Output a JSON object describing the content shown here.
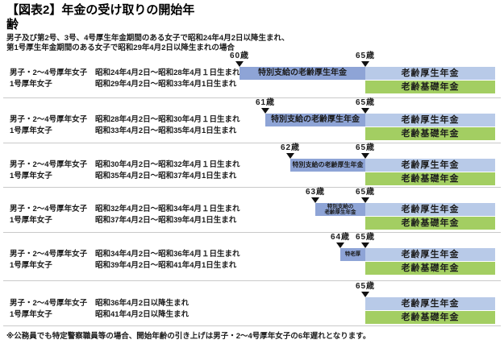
{
  "title_lines": [
    "【図表2】年金の受け取りの開始年",
    "齢"
  ],
  "subtitle_lines": [
    "男子及び第2号、3号、4号厚生年金期間のある女子で昭和24年4月2日以降生まれ、",
    "第1号厚生年金期間のある女子で昭和29年4月2日以降生まれの場合"
  ],
  "colors": {
    "special_bar": "#8EA4D6",
    "kosei_bar": "#B8CAE8",
    "kiso_bar": "#A3CE62"
  },
  "bar_labels": {
    "kosei": "老齢厚生年金",
    "kiso": "老齢基礎年金"
  },
  "rows": [
    {
      "group1_label": "男子・2～4号厚年女子",
      "group1_dates": "昭和24年4月2日～昭和28年4月１日生まれ",
      "group2_label": "1号厚年女子",
      "group2_dates": "昭和29年4月2日～昭和33年4月1日生まれ",
      "start_age": "60歳",
      "pension_age": "65歳",
      "special_label": "特別支給の老齢厚生年金"
    },
    {
      "group1_label": "男子・2～4号厚年女子",
      "group1_dates": "昭和28年4月2日～昭和30年4月１日生まれ",
      "group2_label": "1号厚年女子",
      "group2_dates": "昭和33年4月2日～昭和35年4月1日生まれ",
      "start_age": "61歳",
      "pension_age": "65歳",
      "special_label": "特別支給の老齢厚生年金"
    },
    {
      "group1_label": "男子・2～4号厚年女子",
      "group1_dates": "昭和30年4月2日～昭和32年4月１日生まれ",
      "group2_label": "1号厚年女子",
      "group2_dates": "昭和35年4月2日～昭和37年4月1日生まれ",
      "start_age": "62歳",
      "pension_age": "65歳",
      "special_label": "特別支給の老齢厚生年金"
    },
    {
      "group1_label": "男子・2～4号厚年女子",
      "group1_dates": "昭和32年4月2日～昭和34年4月１日生まれ",
      "group2_label": "1号厚年女子",
      "group2_dates": "昭和37年4月2日～昭和39年4月1日生まれ",
      "start_age": "63歳",
      "pension_age": "65歳",
      "special_label_lines": [
        "特別支給の",
        "老齢厚生年金"
      ]
    },
    {
      "group1_label": "男子・2～4号厚年女子",
      "group1_dates": "昭和34年4月2日～昭和36年4月１日生まれ",
      "group2_label": "1号厚年女子",
      "group2_dates": "昭和39年4月2日～昭和41年4月1日生まれ",
      "start_age": "64歳",
      "pension_age": "65歳",
      "special_label": "特老厚"
    },
    {
      "group1_label": "男子・2～4号厚年女子",
      "group1_dates": "昭和36年4月2日以降生まれ",
      "group2_label": "1号厚年女子",
      "group2_dates": "昭和41年4月2日以降生まれ",
      "pension_age": "65歳"
    }
  ],
  "footnote": "※公務員でも特定警察職員等の場合、開始年齢の引き上げは男子・2～4号厚年女子の6年遅れとなります。"
}
